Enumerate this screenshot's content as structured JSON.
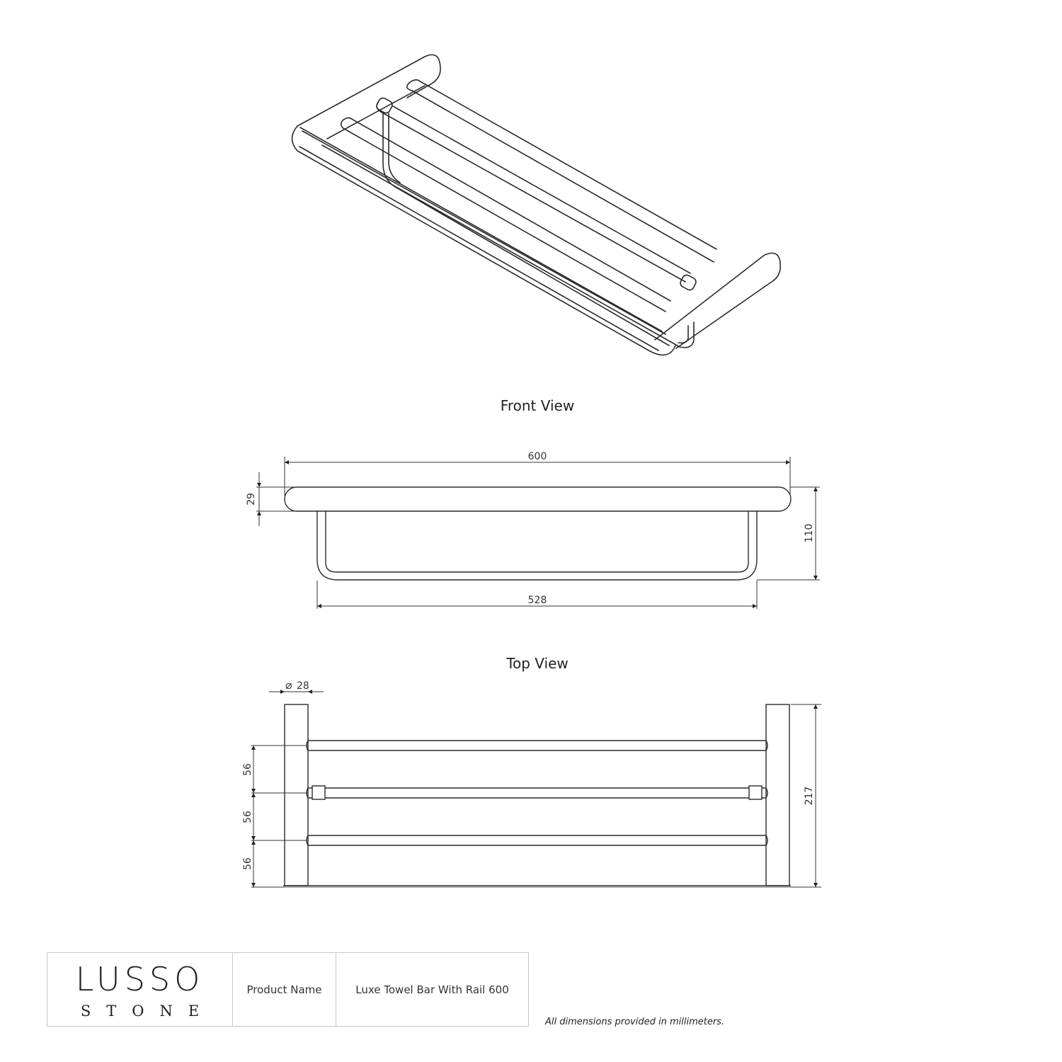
{
  "views": {
    "front_title": "Front View",
    "top_title": "Top View"
  },
  "front_view": {
    "overall_width": "600",
    "bar_height": "29",
    "total_height": "110",
    "rail_width": "528"
  },
  "top_view": {
    "diameter": "28",
    "diameter_symbol": "⌀",
    "spacing_1": "56",
    "spacing_2": "56",
    "spacing_3": "56",
    "depth": "217"
  },
  "title_block": {
    "brand_main": "LUSSO",
    "brand_sub": "STONE",
    "label": "Product Name",
    "product_name": "Luxe Towel Bar With Rail 600"
  },
  "footer_note": "All dimensions provided in millimeters.",
  "colors": {
    "line": "#2a2a2a",
    "dimension": "#333333",
    "border": "#c8c8c8"
  }
}
